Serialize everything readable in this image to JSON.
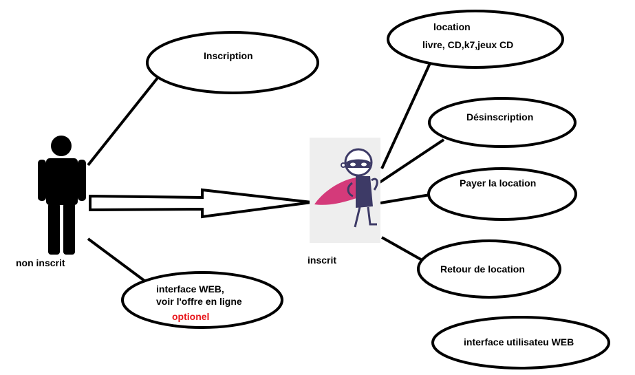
{
  "actors": {
    "non_inscrit": {
      "label": "non inscrit"
    },
    "inscrit": {
      "label": "inscrit"
    }
  },
  "use_cases": {
    "inscription": {
      "label": "Inscription"
    },
    "location": {
      "line1": "location",
      "line2": "livre, CD,k7,jeux CD"
    },
    "desinscription": {
      "label": "Désinscription"
    },
    "payer": {
      "label": "Payer la location"
    },
    "retour": {
      "label": "Retour de location"
    },
    "interface_web": {
      "line1": "interface WEB,",
      "line2": "voir l'offre en ligne",
      "note": "optionel"
    },
    "interface_utilisateur": {
      "label": "interface utilisateu WEB"
    }
  },
  "colors": {
    "stroke": "#000000",
    "note_red": "#e8161c",
    "cape": "#d43a7a",
    "hero_body": "#3d3a66",
    "hero_bg": "#eeeeee"
  }
}
